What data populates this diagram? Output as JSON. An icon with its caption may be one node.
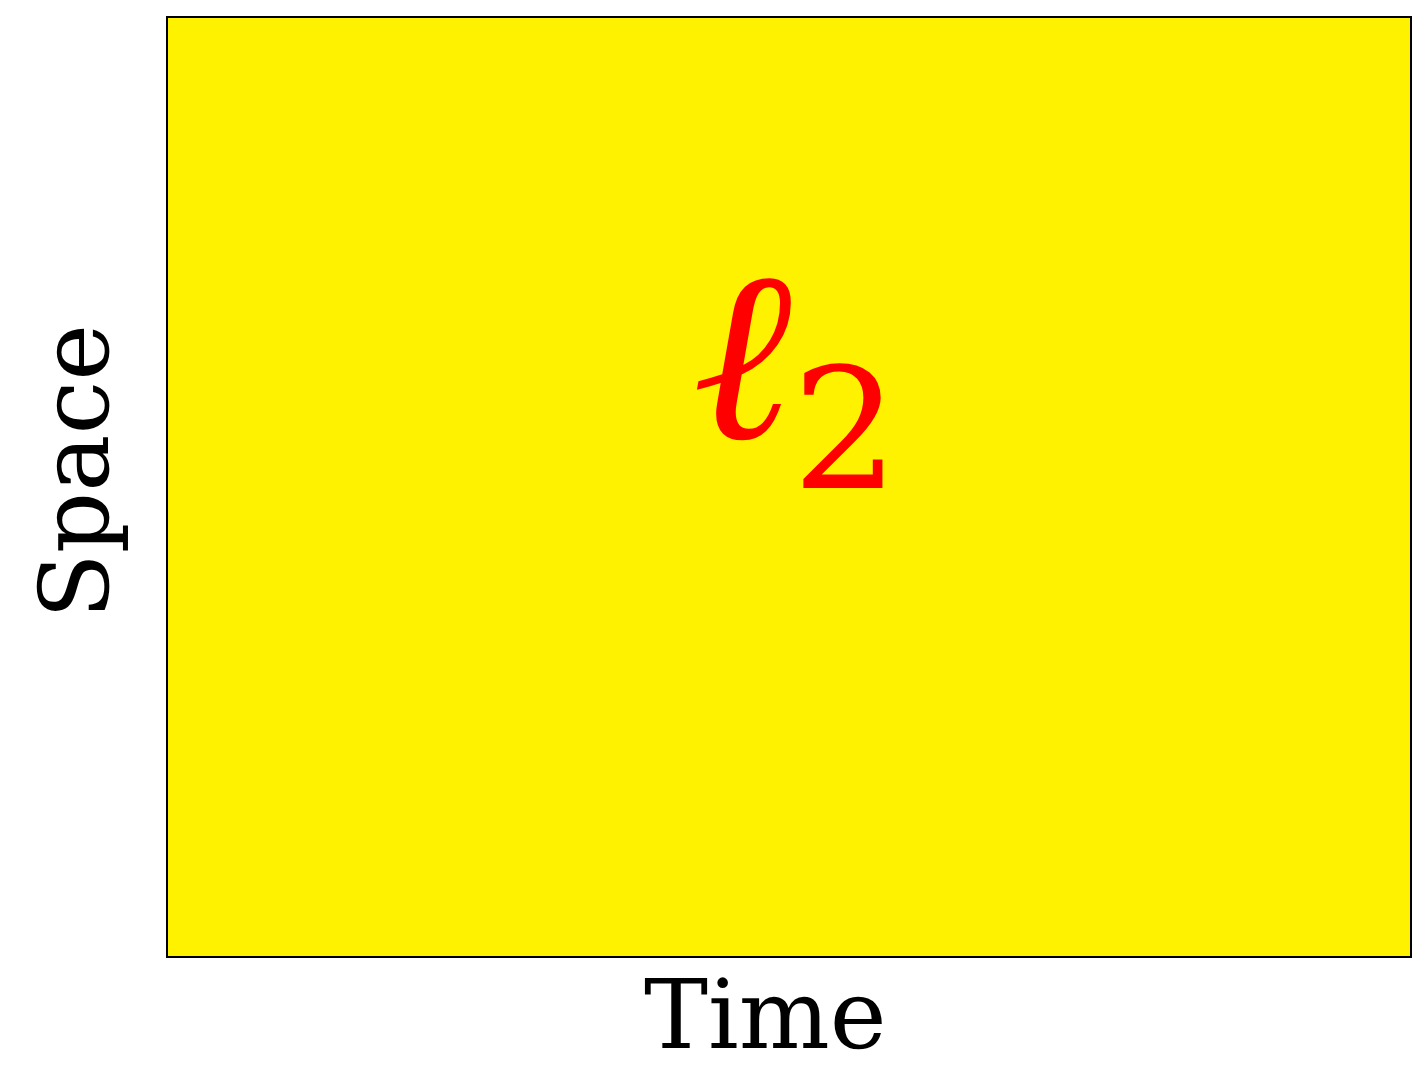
{
  "diagram": {
    "nodes": [
      {
        "text": [
          "ℓ$_{2}$"
        ]
      }
    ],
    "labels": [
      "Space",
      "Time"
    ]
  }
}
